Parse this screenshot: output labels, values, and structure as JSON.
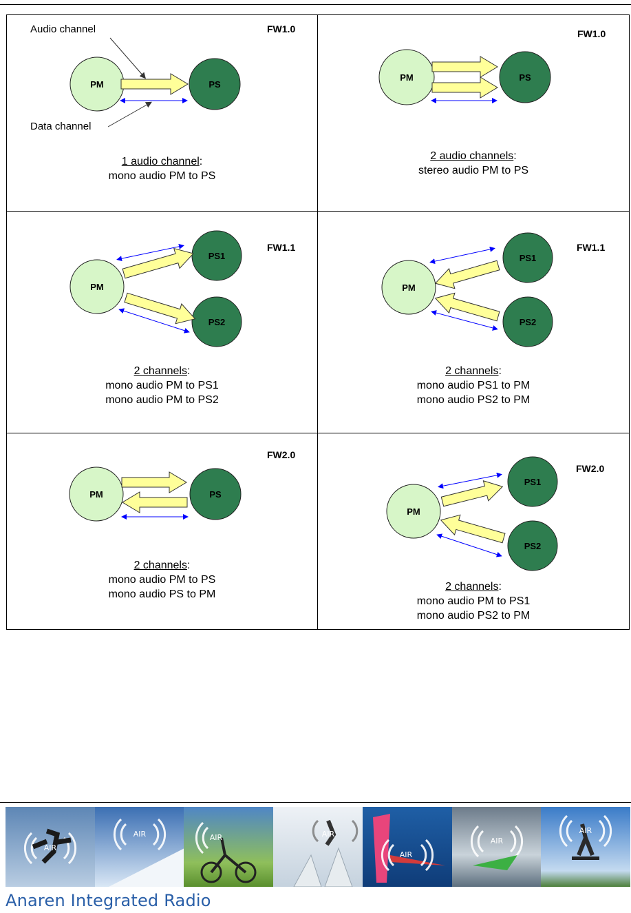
{
  "cells": [
    {
      "fw": "FW1.0",
      "lines": [
        "1 audio channel:",
        "mono audio PM to PS"
      ],
      "underline": "1 audio channel",
      "rest": ":"
    },
    {
      "fw": "FW1.0",
      "lines": [
        "2 audio channels:",
        "stereo audio PM to PS"
      ],
      "underline": "2 audio channels",
      "rest": ":"
    },
    {
      "fw": "FW1.1",
      "lines": [
        "2 channels:",
        "mono audio PM to PS1",
        "mono audio PM to PS2"
      ],
      "underline": "2 channels",
      "rest": ":"
    },
    {
      "fw": "FW1.1",
      "lines": [
        "2 channels:",
        "mono audio PS1 to PM",
        "mono audio PS2 to PM"
      ],
      "underline": "2 channels",
      "rest": ":"
    },
    {
      "fw": "FW2.0",
      "lines": [
        "2 channels:",
        "mono audio PM to PS",
        "mono audio PS to PM"
      ],
      "underline": "2 channels",
      "rest": ":"
    },
    {
      "fw": "FW2.0",
      "lines": [
        "2 channels:",
        "mono audio PM to PS1",
        "mono audio PS2 to PM"
      ],
      "underline": "2 channels",
      "rest": ":"
    }
  ],
  "annotations": {
    "audio_channel": "Audio channel",
    "data_channel": "Data channel"
  },
  "nodes": {
    "pm": "PM",
    "ps": "PS",
    "ps1": "PS1",
    "ps2": "PS2"
  },
  "banner": {
    "badge": "AIR",
    "tiles": 7
  },
  "brand": "Anaren Integrated Radio",
  "colors": {
    "pm_fill": "#d7f6c8",
    "ps_fill": "#2e7d4f",
    "arrow_fill": "#ffff99",
    "data_arrow": "#0000ff",
    "brand": "#2a5fa8"
  }
}
